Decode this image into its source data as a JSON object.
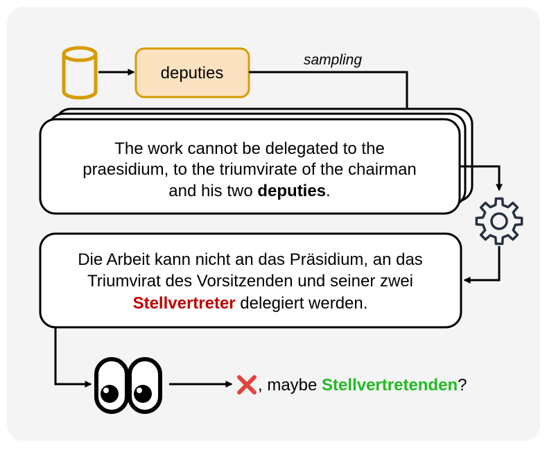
{
  "source_word": "deputies",
  "sampling_label": "sampling",
  "english_sentence": {
    "line1": "The work cannot be delegated to the",
    "line2": "praesidium, to the triumvirate of the chairman",
    "line3_prefix": "and his two ",
    "line3_bold": "deputies",
    "line3_suffix": "."
  },
  "german_sentence": {
    "line1": "Die Arbeit kann nicht an das Präsidium, an das",
    "line2": "Triumvirat des Vorsitzenden und seiner zwei",
    "line3_bold": "Stellvertreter",
    "line3_suffix": " delegiert werden."
  },
  "verdict": {
    "prefix": ", maybe ",
    "suggestion": "Stellvertretenden",
    "suffix": "?"
  },
  "icons": {
    "database": "database-icon",
    "gear": "gear-icon",
    "eyes": "eyes-icon",
    "cross": "cross-mark-icon"
  },
  "colors": {
    "panel_bg": "#f4f4f4",
    "deputies_fill": "#fde2c2",
    "deputies_stroke": "#d79b00",
    "db_stroke": "#d79b00",
    "error_red": "#c00000",
    "suggest_green": "#22bb22",
    "cross_red": "#e0443e"
  }
}
